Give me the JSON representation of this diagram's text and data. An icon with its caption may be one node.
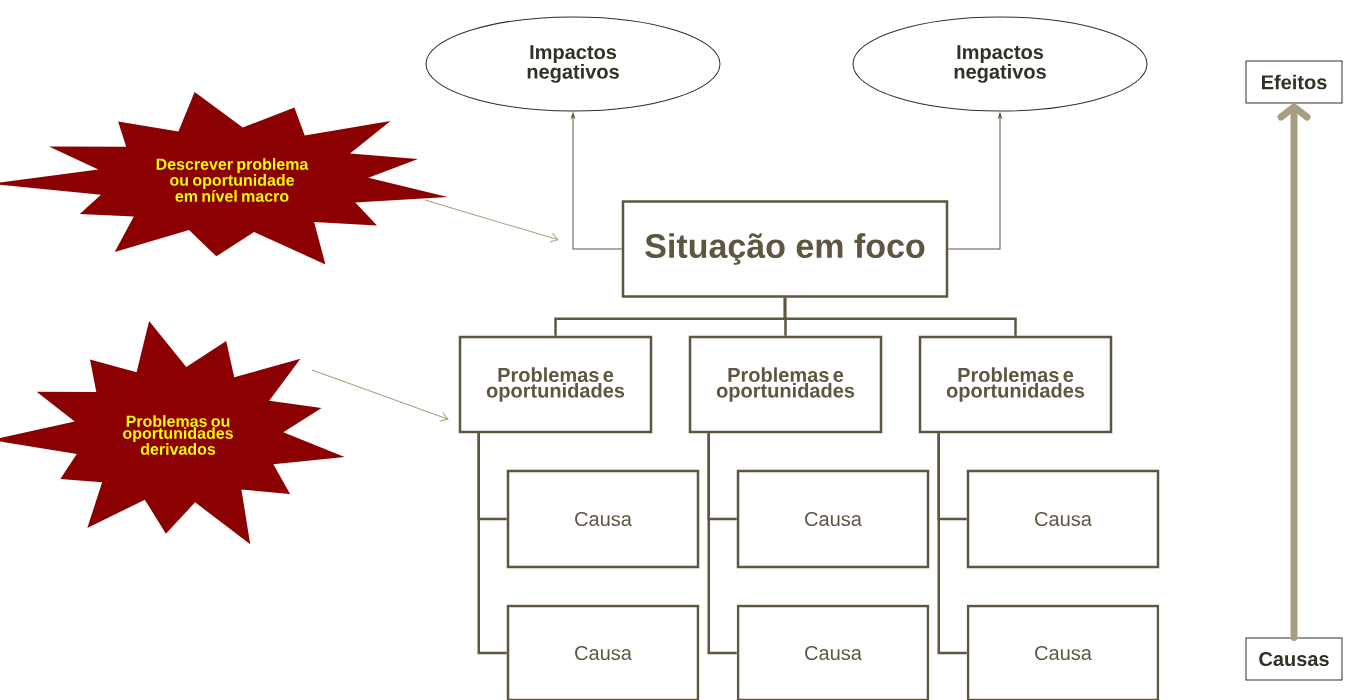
{
  "diagram": {
    "nodes": [
      {
        "text": [
          "Impactos negativos"
        ]
      },
      {
        "text": [
          "Impactos negativos"
        ]
      },
      {
        "text": [
          "Efeitos"
        ]
      },
      {
        "text": [
          "Descrever problema ou oportunidade em nível macro"
        ]
      },
      {
        "text": [
          "Situação em foco"
        ]
      },
      {
        "text": [
          "Problemas ou oportunidades derivados"
        ]
      },
      {
        "text": [
          "Problemas e oportunidades"
        ]
      },
      {
        "text": [
          "Problemas e oportunidades"
        ]
      },
      {
        "text": [
          "Problemas e oportunidades"
        ]
      },
      {
        "text": [
          "Causa"
        ]
      },
      {
        "text": [
          "Causa"
        ]
      },
      {
        "text": [
          "Causa"
        ]
      },
      {
        "text": [
          "Causa"
        ]
      },
      {
        "text": [
          "Causa"
        ]
      },
      {
        "text": [
          "Causa"
        ]
      },
      {
        "text": [
          "Causas"
        ]
      }
    ],
    "edges": [
      {
        "from": 4,
        "to": 0,
        "arrow": "to"
      },
      {
        "from": 4,
        "to": 1,
        "arrow": "to"
      },
      {
        "from": 3,
        "to": 4,
        "arrow": "to",
        "color": "#a3a37e"
      },
      {
        "from": 5,
        "to": 6,
        "arrow": "to",
        "color": "#a3a37e"
      },
      {
        "from": 4,
        "to": 6,
        "arrow": "none"
      },
      {
        "from": 4,
        "to": 7,
        "arrow": "none"
      },
      {
        "from": 4,
        "to": 8,
        "arrow": "none"
      },
      {
        "from": 6,
        "to": 9,
        "arrow": "none"
      },
      {
        "from": 6,
        "to": 12,
        "arrow": "none"
      },
      {
        "from": 7,
        "to": 10,
        "arrow": "none"
      },
      {
        "from": 7,
        "to": 13,
        "arrow": "none"
      },
      {
        "from": 8,
        "to": 11,
        "arrow": "none"
      },
      {
        "from": 8,
        "to": 14,
        "arrow": "none"
      },
      {
        "from": 15,
        "to": 2,
        "arrow": "to",
        "style": "thick",
        "color": "#a89f80"
      }
    ]
  }
}
